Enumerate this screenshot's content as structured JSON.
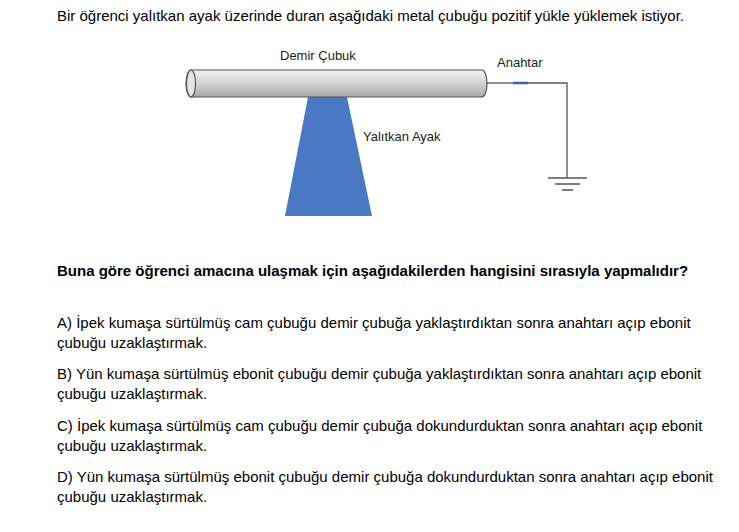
{
  "diagram": {
    "labels": [
      "Bir öğrenci yalıtkan ayak üzerinde duran aşağıdaki metal çubuğu pozitif yükle yüklemek istiyor.",
      "Demir Çubuk",
      "Anahtar",
      "Yalıtkan Ayak",
      "Buna göre öğrenci amacına ulaşmak için aşağıdakilerden hangisini sırasıyla yapmalıdır?",
      "A) İpek kumaşa sürtülmüş cam çubuğu demir çubuğa yaklaştırdıktan sonra anahtarı açıp ebonit çubuğu uzaklaştırmak.",
      "B) Yün kumaşa sürtülmüş ebonit çubuğu demir çubuğa yaklaştırdıktan sonra anahtarı açıp ebonit çubuğu uzaklaştırmak.",
      "C) İpek kumaşa sürtülmüş cam çubuğu demir çubuğa dokundurduktan sonra anahtarı açıp ebonit çubuğu uzaklaştırmak.",
      "D) Yün kumaşa sürtülmüş ebonit çubuğu demir çubuğa dokundurduktan sonra anahtarı açıp ebonit çubuğu uzaklaştırmak."
    ]
  }
}
